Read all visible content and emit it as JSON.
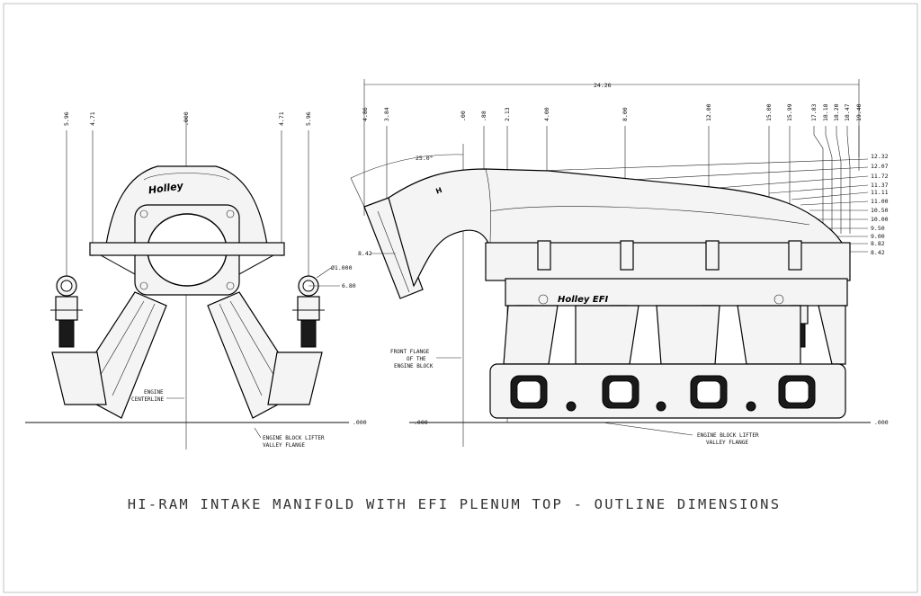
{
  "title": "HI-RAM INTAKE MANIFOLD WITH EFI PLENUM TOP - OUTLINE DIMENSIONS",
  "front_view": {
    "top_dims": [
      "5.96",
      "4.71",
      ".000",
      "4.71",
      "5.96"
    ],
    "diameter_label": "Ø1.000",
    "height_label": "6.80",
    "baseline_label": ".000",
    "centerline_note": [
      "ENGINE",
      "CENTERLINE"
    ],
    "flange_note": [
      "ENGINE BLOCK LIFTER",
      "VALLEY FLANGE"
    ],
    "logo_text": "Holley"
  },
  "side_view": {
    "overall_length": "24.26",
    "angle_label": "25.0°",
    "top_dims": [
      "4.86",
      "3.84",
      ".00",
      ".88",
      "2.13",
      "4.00",
      "8.00",
      "12.00",
      "15.00",
      "15.99",
      "17.83",
      "18.18",
      "18.20",
      "18.47",
      "19.40"
    ],
    "right_dims": [
      "12.32",
      "12.07",
      "11.72",
      "11.37",
      "11.11",
      "11.00",
      "10.50",
      "10.00",
      "9.50",
      "9.00",
      "8.82",
      "8.42"
    ],
    "left_height_label": "8.42",
    "baseline_label_left": ".000",
    "baseline_label_right": ".000",
    "front_flange_note": [
      "FRONT FLANGE",
      "OF THE",
      "ENGINE BLOCK"
    ],
    "flange_note": [
      "ENGINE BLOCK LIFTER",
      "VALLEY FLANGE"
    ],
    "logo_text": "Holley EFI"
  },
  "colors": {
    "line": "#000000",
    "title": "#333333",
    "background": "#ffffff"
  }
}
